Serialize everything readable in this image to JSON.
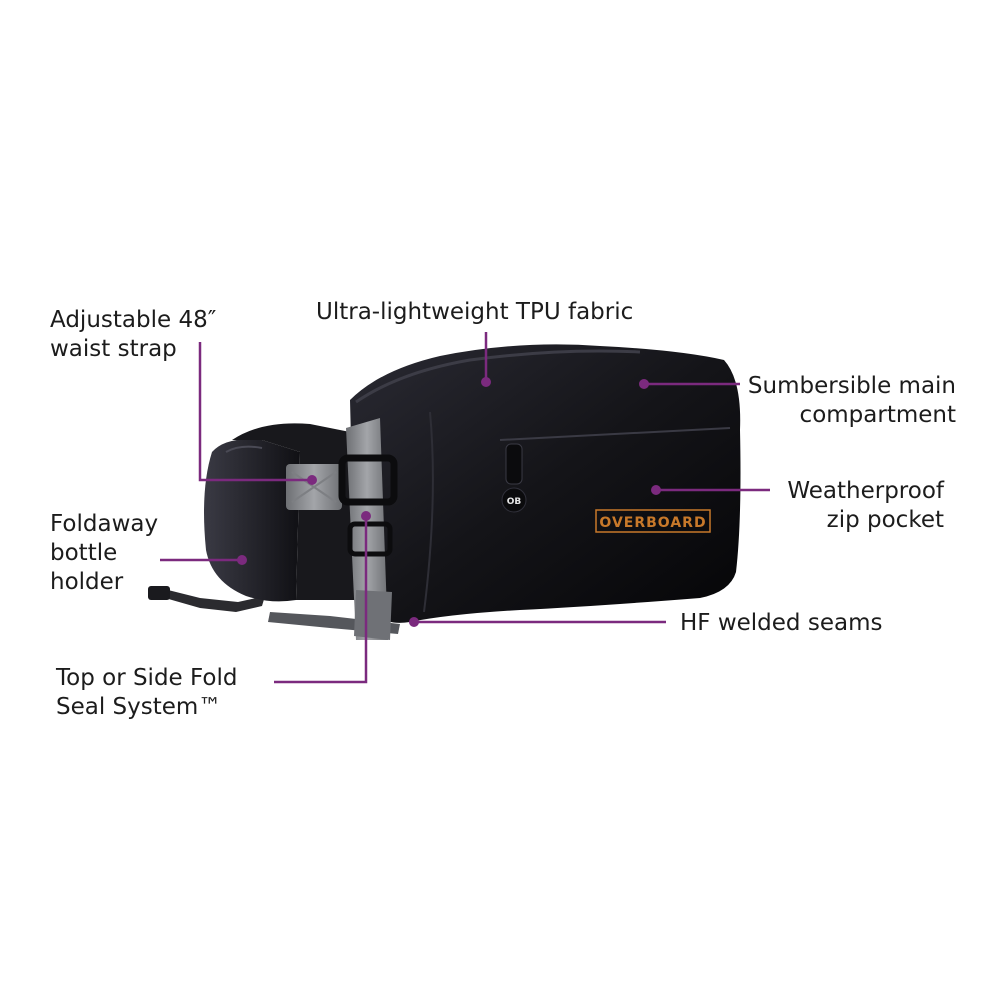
{
  "callouts": {
    "waist_strap": [
      "Adjustable 48″",
      "waist strap"
    ],
    "tpu_fabric": [
      "Ultra-lightweight TPU fabric"
    ],
    "main_compartment": [
      "Sumbersible main",
      "compartment"
    ],
    "bottle_holder": [
      "Foldaway",
      "bottle",
      "holder"
    ],
    "zip_pocket": [
      "Weatherproof",
      "zip pocket"
    ],
    "seams": [
      "HF welded seams"
    ],
    "fold_seal": [
      "Top or Side Fold",
      "Seal System™"
    ]
  },
  "product": {
    "logo_text": "OVERBOARD",
    "zip_tag_text": "OB"
  },
  "colors": {
    "leader_line": "#7b2a7e",
    "bag_body": "#121216",
    "strap": "#8a8c90",
    "logo": "#c8792a",
    "label_text": "#1c1c1c"
  }
}
